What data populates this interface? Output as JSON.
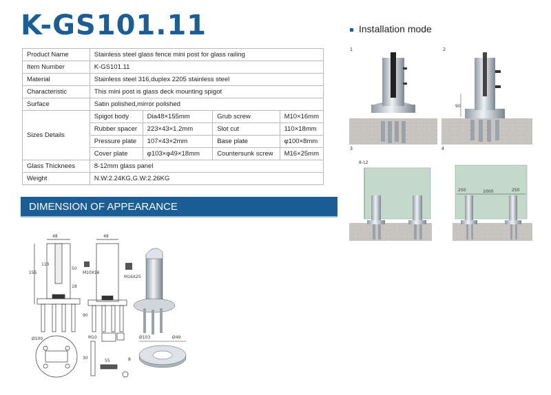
{
  "header": {
    "title": "K-GS101.11"
  },
  "installation": {
    "heading": "Installation mode",
    "panels": [
      "1",
      "2",
      "3",
      "4"
    ],
    "dims": {
      "offset": "8-12",
      "height": "90",
      "edge_left": "250",
      "span": "1000",
      "edge_right": "250"
    }
  },
  "spec": {
    "rows": [
      {
        "label": "Product Name",
        "value": "Stainless steel glass fence mini post for glass railing"
      },
      {
        "label": "Item Number",
        "value": "K-GS101.11"
      },
      {
        "label": "Material",
        "value": "Stainless steel 316,duplex 2205 stainless steel"
      },
      {
        "label": "Characteristic",
        "value": "This mini post is glass deck mounting spigot"
      },
      {
        "label": "Surface",
        "value": "Satin polished,mirror polished"
      }
    ],
    "sizes_label": "Sizes Details",
    "sizes": [
      {
        "k1": "Spigot body",
        "v1": "Dia48×155mm",
        "k2": "Grub screw",
        "v2": "M10×16mm"
      },
      {
        "k1": "Rubber spacer",
        "v1": "223×43×1.2mm",
        "k2": "Slot cut",
        "v2": "110×18mm"
      },
      {
        "k1": "Pressure plate",
        "v1": "107×43×2mm",
        "k2": "Base plate",
        "v2": "φ100×8mm"
      },
      {
        "k1": "Cover plate",
        "v1": "φ103×φ49×18mm",
        "k2": "Countersunk screw",
        "v2": "M16×25mm"
      }
    ],
    "rows_after": [
      {
        "label": "Glass Thicknees",
        "value": "8-12mm glass panel"
      },
      {
        "label": "Weight",
        "value": "N.W:2.24KG,G.W:2.26KG"
      }
    ]
  },
  "dimension": {
    "heading": "DIMENSION OF APPEARANCE",
    "labels": {
      "w48a": "48",
      "w48b": "48",
      "h155": "155",
      "h110": "110",
      "h50": "50",
      "h18": "18",
      "h90": "90",
      "m10x16": "M10X16",
      "m16x25": "M16X25",
      "d100": "Ø100",
      "m10": "M10",
      "d103": "Ø103",
      "d49": "Ø49",
      "n55": "55",
      "n30": "30",
      "n8": "8"
    }
  }
}
